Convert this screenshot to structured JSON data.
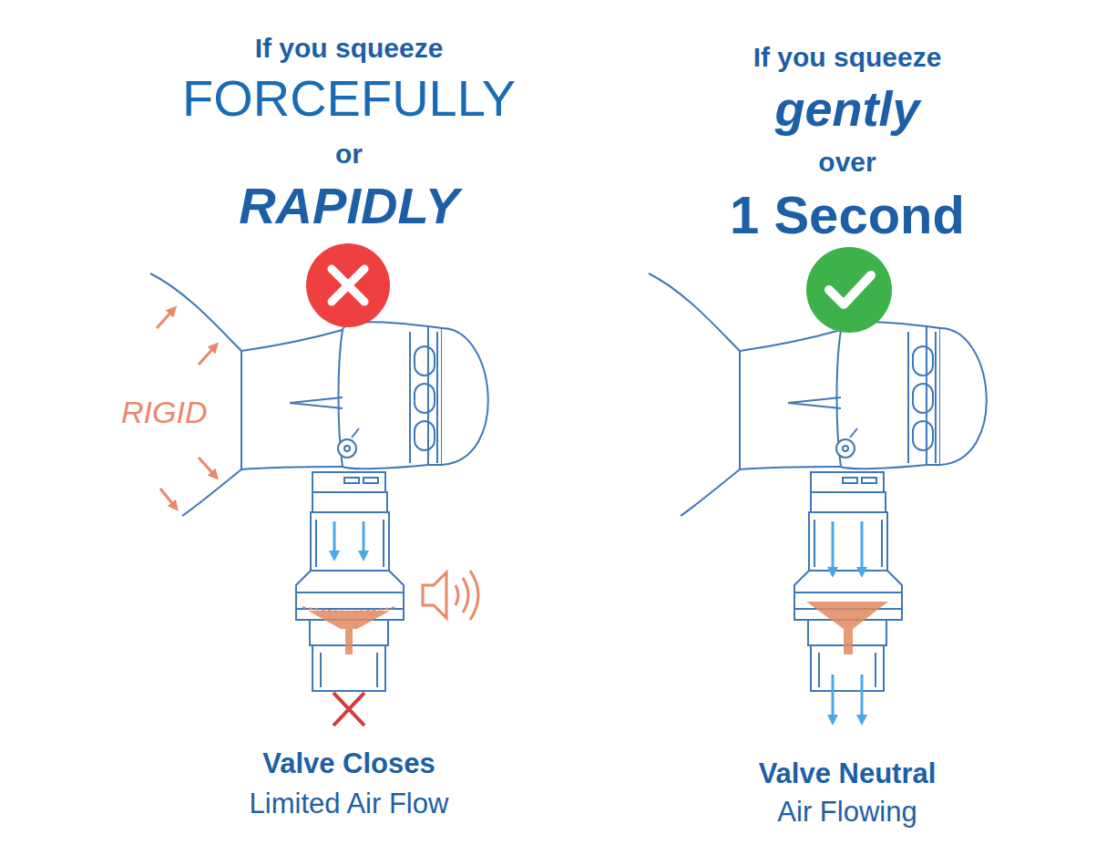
{
  "diagram": {
    "labels": [
      "If you squeeze",
      "FORCEFULLY",
      "or",
      "RAPIDLY",
      "RIGID",
      "Valve Closes",
      "Limited Air Flow",
      "If you squeeze",
      "gently",
      "over",
      "1 Second",
      "Valve Neutral",
      "Air Flowing"
    ]
  }
}
